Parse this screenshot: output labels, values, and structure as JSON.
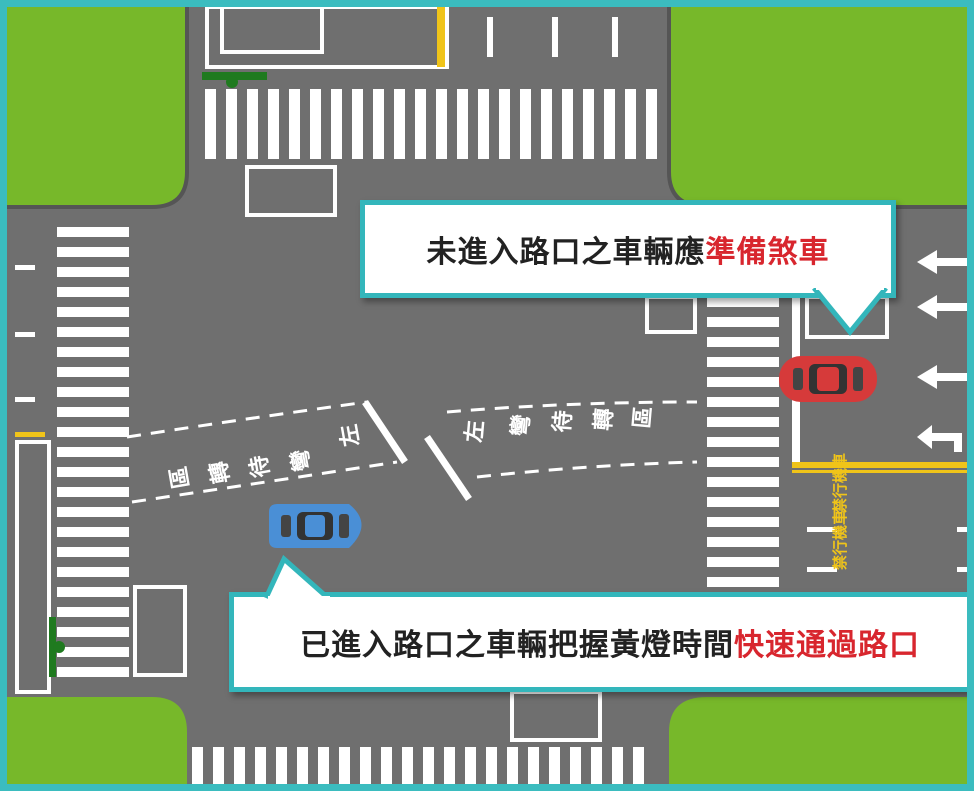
{
  "callout_top": {
    "text": "未進入路口之車輛應",
    "highlight": "準備煞車"
  },
  "callout_bottom": {
    "text": "已進入路口之車輛把握黃燈時間",
    "highlight": "快速通過路口"
  },
  "wait_zone_left": [
    "左",
    "彎",
    "待",
    "轉",
    "區"
  ],
  "wait_zone_right": [
    "左",
    "彎",
    "待",
    "轉",
    "區"
  ],
  "no_scooter_1": "禁行機車",
  "no_scooter_2": "禁行機車",
  "colors": {
    "frame": "#3bbcbf",
    "grass": "#77b82a",
    "road": "#6f6f6f",
    "highlight": "#d8262e",
    "red_car": "#d63a3a",
    "blue_car": "#4a8fd6",
    "yellow_line": "#f0c419"
  }
}
